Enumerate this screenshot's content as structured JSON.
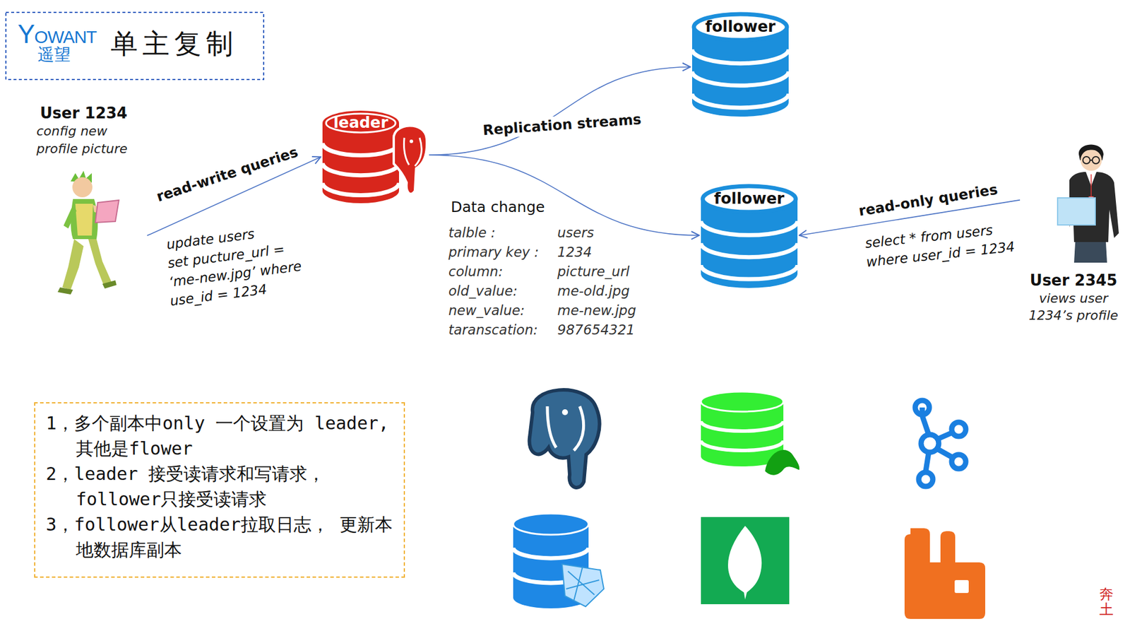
{
  "diagram": {
    "title": "单主复制",
    "nodes": [
      {
        "text": [
          "User 1234",
          "config new profile picture"
        ]
      },
      {
        "text": [
          "leader"
        ]
      },
      {
        "text": [
          "follower"
        ]
      },
      {
        "text": [
          "follower"
        ]
      },
      {
        "text": [
          "User 2345",
          "views user 1234’s profile"
        ]
      },
      {
        "text": [
          "1，多个副本中only 一个设置为 leader,其他是flower",
          "2，leader 接受读请求和写请求， follower只接受读请求",
          "3，follower从leader拉取日志， 更新本地数据库副本"
        ]
      }
    ],
    "edges": [
      {
        "from": 0,
        "to": 1,
        "arrow": "to",
        "label": "read-write queries"
      },
      {
        "from": 1,
        "to": 2,
        "arrow": "to",
        "label": "Replication streams"
      },
      {
        "from": 1,
        "to": 3,
        "arrow": "to"
      },
      {
        "from": 4,
        "to": 3,
        "arrow": "to",
        "label": "read-only queries"
      }
    ],
    "labels": [
      "YOWANT",
      "遥望",
      "update users",
      "set pucture_url =",
      "‘me-new.jpg’ where",
      "use_id = 1234",
      "Data change",
      "talble :",
      "users",
      "primary key :",
      "1234",
      "column:",
      "picture_url",
      "old_value:",
      "me-old.jpg",
      "new_value:",
      "me-new.jpg",
      "taranscation:",
      "987654321",
      "select * from users",
      "where user_id =  1234",
      "奔土"
    ]
  }
}
